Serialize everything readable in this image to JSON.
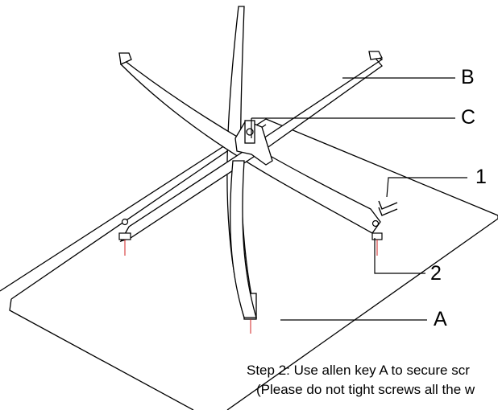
{
  "callouts": {
    "A": "A",
    "B": "B",
    "C": "C",
    "one": "1",
    "two": "2"
  },
  "caption": {
    "line1": "Step 2: Use allen key A to secure scr",
    "line2": "(Please do not tight screws all the w"
  },
  "colors": {
    "line": "#000000",
    "screw_tip": "#d02020",
    "background": "#ffffff"
  }
}
